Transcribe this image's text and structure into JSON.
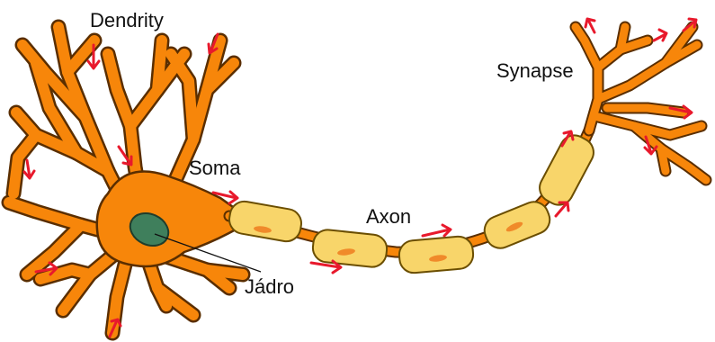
{
  "labels": {
    "dendrites": "Dendrity",
    "soma": "Soma",
    "nucleus": "Jádro",
    "axon": "Axon",
    "synapse": "Synapse"
  },
  "colors": {
    "neuron": "#f7860a",
    "neuron_stroke": "#5a2e00",
    "myelin": "#f8d56a",
    "myelin_stroke": "#6b4e00",
    "nucleus": "#3f7f5c",
    "node_mark": "#f08a2a",
    "arrow": "#e8192c",
    "text": "#111111"
  }
}
